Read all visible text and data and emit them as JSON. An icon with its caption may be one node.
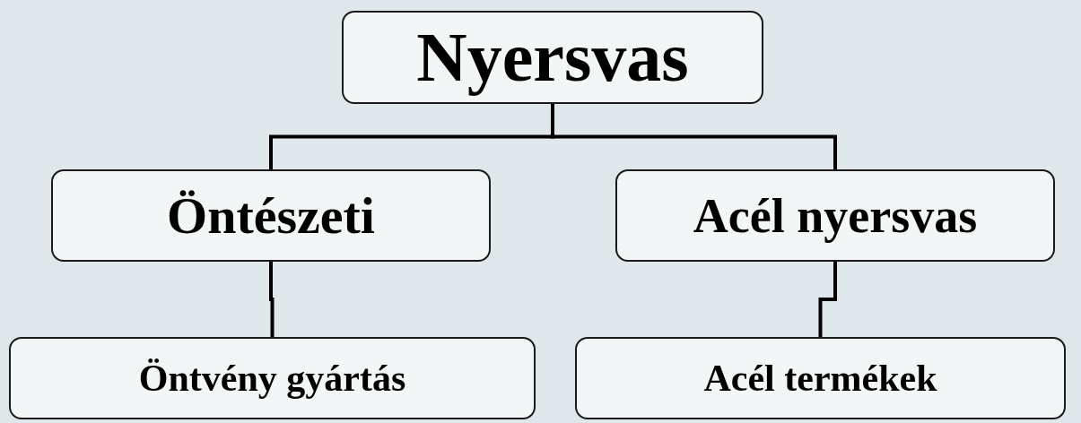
{
  "diagram": {
    "nodes": [
      {
        "text": [
          "Nyersvas"
        ]
      },
      {
        "text": [
          "Öntészeti"
        ]
      },
      {
        "text": [
          "Acél nyersvas"
        ]
      },
      {
        "text": [
          "Öntvény gyártás"
        ]
      },
      {
        "text": [
          "Acél termékek"
        ]
      }
    ],
    "edges": [
      {
        "from": 0,
        "to": 1,
        "arrow": "none"
      },
      {
        "from": 0,
        "to": 2,
        "arrow": "none"
      },
      {
        "from": 1,
        "to": 3,
        "arrow": "none"
      },
      {
        "from": 2,
        "to": 4,
        "arrow": "none"
      }
    ]
  }
}
